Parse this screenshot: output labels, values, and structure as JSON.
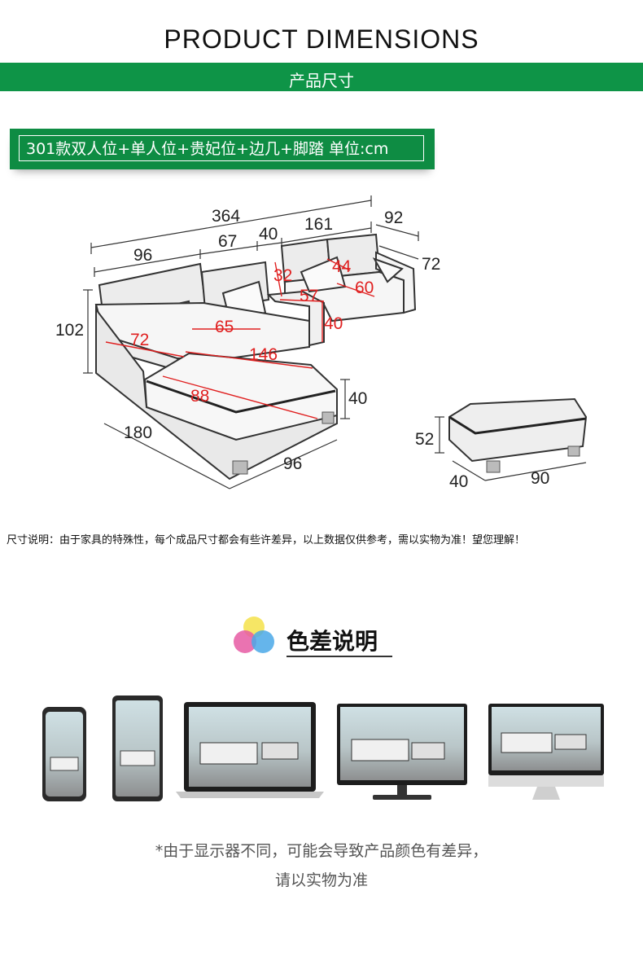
{
  "header": {
    "title_en": "PRODUCT DIMENSIONS",
    "title_cn": "产品尺寸"
  },
  "spec": {
    "label": "301款双人位+单人位+贵妃位+边几+脚踏 单位:cm"
  },
  "dimensions": {
    "sofa_total_width": "364",
    "sofa_depth_right": "92",
    "section_left": "96",
    "section_middle": "67",
    "side_table": "40",
    "section_right": "161",
    "arm_depth": "72",
    "height_total": "102",
    "seat_arm_left": "72",
    "seat_back_mid": "65",
    "seat_back_height": "32",
    "seat_right_44": "44",
    "seat_right_60": "60",
    "table_57": "57",
    "table_40": "40",
    "chaise_146": "146",
    "chaise_88": "88",
    "seat_height": "40",
    "chaise_length": "180",
    "chaise_width": "96",
    "ottoman_height": "52",
    "ottoman_depth": "40",
    "ottoman_width": "90"
  },
  "note": "尺寸说明：由于家具的特殊性，每个成品尺寸都会有些许差异，以上数据仅供参考，需以实物为准！望您理解！",
  "color_section": {
    "title": "色差说明",
    "caption_line1": "*由于显示器不同，可能会导致产品颜色有差异，",
    "caption_line2": "请以实物为准"
  },
  "colors": {
    "brand_green": "#0e9447",
    "dimension_red": "#e02020"
  }
}
